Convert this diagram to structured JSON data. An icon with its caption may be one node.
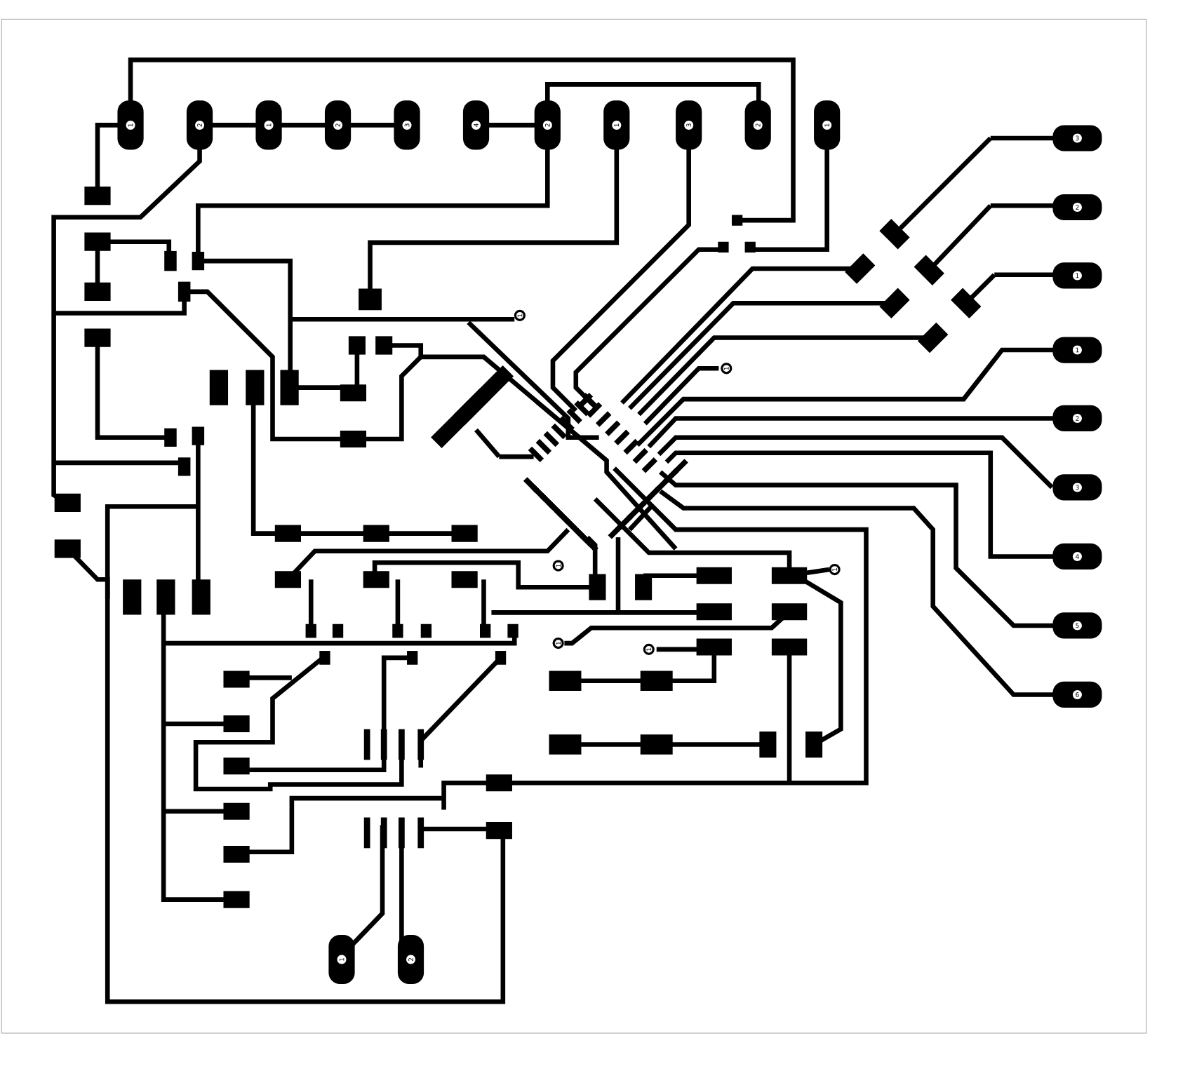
{
  "diagram": {
    "labels": [
      "1",
      "2",
      "1",
      "2",
      "3",
      "4",
      "2",
      "1",
      "3",
      "2",
      "1",
      "3",
      "2",
      "1",
      "1",
      "2",
      "3",
      "4",
      "5",
      "6",
      "1",
      "1",
      "1",
      "1",
      "1",
      "1",
      "1",
      "2"
    ]
  }
}
